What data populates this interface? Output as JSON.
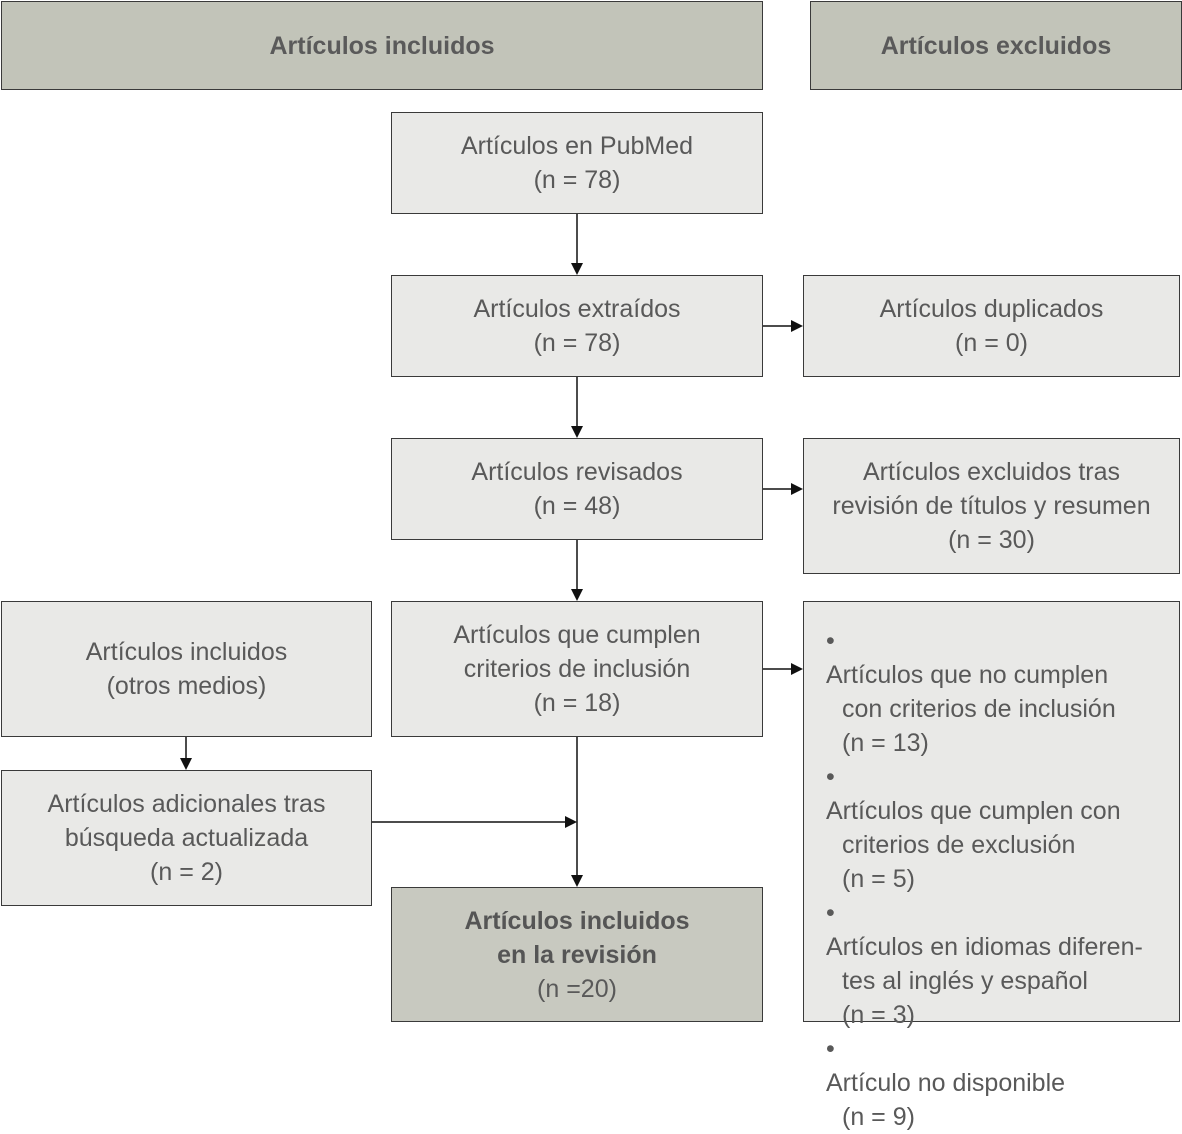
{
  "headers": {
    "included": "Artículos incluidos",
    "excluded": "Artículos excluidos"
  },
  "boxes": {
    "pubmed": {
      "lines": [
        "Artículos en PubMed",
        "(n = 78)"
      ]
    },
    "extracted": {
      "lines": [
        "Artículos extraídos",
        "(n = 78)"
      ]
    },
    "duplicates": {
      "lines": [
        "Artículos duplicados",
        "(n = 0)"
      ]
    },
    "reviewed": {
      "lines": [
        "Artículos revisados",
        "(n = 48)"
      ]
    },
    "excluded_titles": {
      "lines": [
        "Artículos excluidos tras",
        "revisión de títulos y resumen",
        "(n = 30)"
      ]
    },
    "other_media": {
      "lines": [
        "Artículos incluidos",
        "(otros medios)"
      ]
    },
    "criteria": {
      "lines": [
        "Artículos que cumplen",
        "criterios de inclusión",
        "(n = 18)"
      ]
    },
    "additional": {
      "lines": [
        "Artículos adicionales tras",
        "búsqueda actualizada",
        "(n = 2)"
      ]
    },
    "final": {
      "bold_lines": [
        "Artículos incluidos",
        "en la revisión"
      ],
      "count": "(n =20)"
    }
  },
  "exclusion_list": {
    "bullet": "•",
    "items": [
      {
        "lines": [
          "Artículos que no cumplen",
          "con criterios de inclusión",
          "(n = 13)"
        ]
      },
      {
        "lines": [
          "Artículos que cumplen con",
          "criterios de exclusión",
          "(n = 5)"
        ]
      },
      {
        "lines": [
          "Artículos en idiomas diferen-",
          "tes al inglés y español",
          "(n = 3)"
        ]
      },
      {
        "lines": [
          "Artículo no disponible",
          "(n = 9)"
        ]
      }
    ]
  }
}
